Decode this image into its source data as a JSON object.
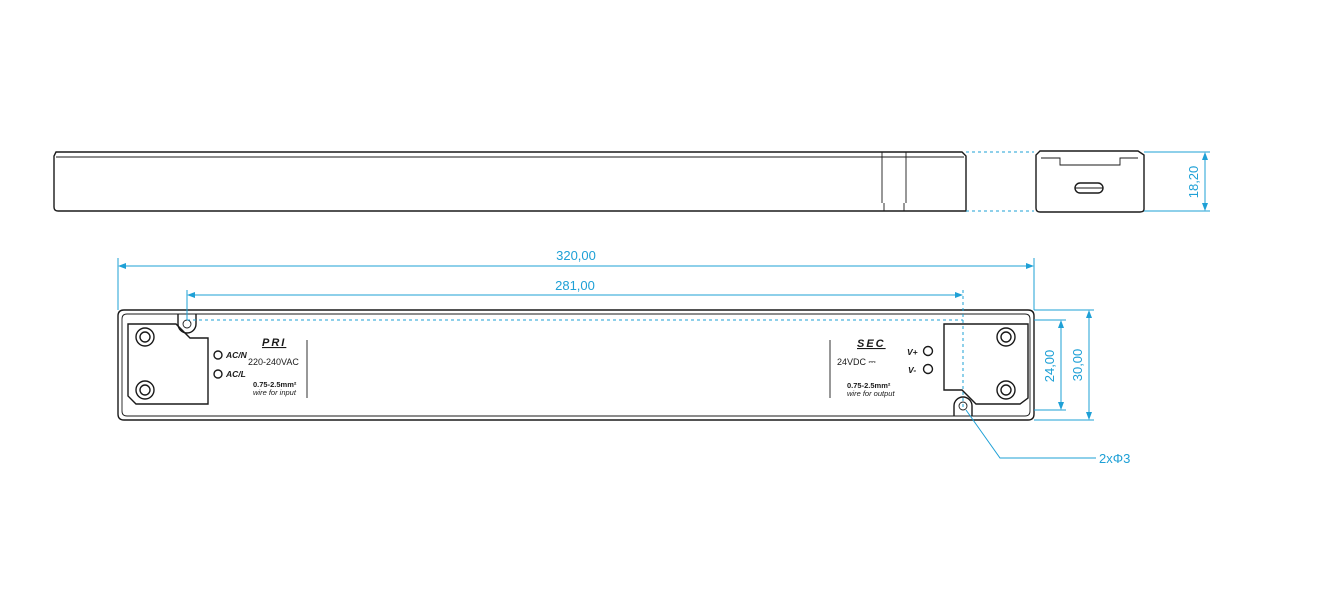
{
  "dimensions": {
    "overall_length": "320,00",
    "mounting_pitch": "281,00",
    "height": "18,20",
    "inner_width": "24,00",
    "overall_width": "30,00",
    "holes": "2xΦ3"
  },
  "primary": {
    "heading": "PRI",
    "terminal_1": "AC/N",
    "terminal_2": "AC/L",
    "voltage": "220-240VAC",
    "wire_gauge": "0.75-2.5mm²",
    "wire_note": "wire for input"
  },
  "secondary": {
    "heading": "SEC",
    "terminal_1": "V+",
    "terminal_2": "V-",
    "voltage": "24VDC ⎓",
    "wire_gauge": "0.75-2.5mm²",
    "wire_note": "wire for output"
  },
  "colors": {
    "dimension_line": "#1ea0d6",
    "outline": "#1a1a1a"
  }
}
